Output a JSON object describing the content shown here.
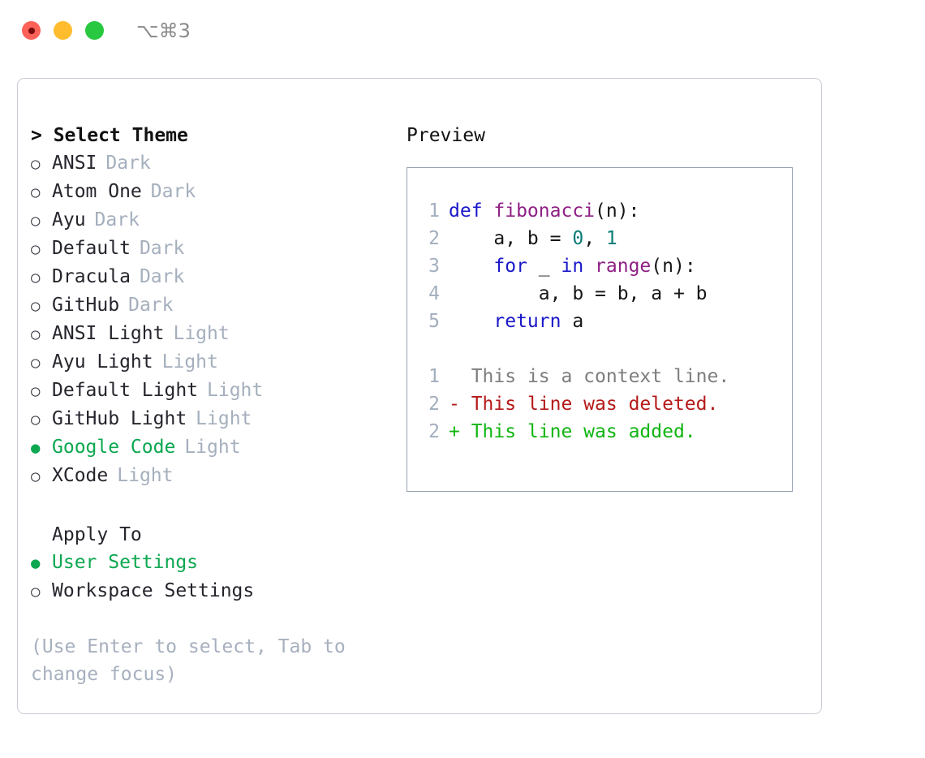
{
  "titlebar": {
    "shortcut": "⌥⌘3",
    "traffic_lights": [
      {
        "name": "close-button",
        "color": "#fd6158"
      },
      {
        "name": "minimize-button",
        "color": "#febc2e"
      },
      {
        "name": "maximize-button",
        "color": "#28c840"
      }
    ]
  },
  "theme_picker": {
    "heading": "> Select Theme",
    "bullet_unselected": "○",
    "bullet_selected": "●",
    "selected_color": "#0ca750",
    "options": [
      {
        "name": "ANSI",
        "kind": "Dark",
        "selected": false
      },
      {
        "name": "Atom One",
        "kind": "Dark",
        "selected": false
      },
      {
        "name": "Ayu",
        "kind": "Dark",
        "selected": false
      },
      {
        "name": "Default",
        "kind": "Dark",
        "selected": false
      },
      {
        "name": "Dracula",
        "kind": "Dark",
        "selected": false
      },
      {
        "name": "GitHub",
        "kind": "Dark",
        "selected": false
      },
      {
        "name": "ANSI Light",
        "kind": "Light",
        "selected": false
      },
      {
        "name": "Ayu Light",
        "kind": "Light",
        "selected": false
      },
      {
        "name": "Default Light",
        "kind": "Light",
        "selected": false
      },
      {
        "name": "GitHub Light",
        "kind": "Light",
        "selected": false
      },
      {
        "name": "Google Code",
        "kind": "Light",
        "selected": true
      },
      {
        "name": "XCode",
        "kind": "Light",
        "selected": false
      }
    ]
  },
  "apply_to": {
    "heading": "Apply To",
    "options": [
      {
        "name": "User Settings",
        "selected": true
      },
      {
        "name": "Workspace Settings",
        "selected": false
      }
    ]
  },
  "hint": "(Use Enter to select, Tab to change focus)",
  "preview": {
    "heading": "Preview",
    "code_lines": [
      {
        "num": "1",
        "tokens": [
          {
            "t": "def ",
            "c": "kw"
          },
          {
            "t": "fibonacci",
            "c": "fn"
          },
          {
            "t": "(n):",
            "c": "plain"
          }
        ]
      },
      {
        "num": "2",
        "tokens": [
          {
            "t": "    a, b = ",
            "c": "plain"
          },
          {
            "t": "0",
            "c": "num"
          },
          {
            "t": ", ",
            "c": "plain"
          },
          {
            "t": "1",
            "c": "num"
          }
        ]
      },
      {
        "num": "3",
        "tokens": [
          {
            "t": "    ",
            "c": "plain"
          },
          {
            "t": "for",
            "c": "kw"
          },
          {
            "t": " _ ",
            "c": "plain"
          },
          {
            "t": "in",
            "c": "kw"
          },
          {
            "t": " ",
            "c": "plain"
          },
          {
            "t": "range",
            "c": "fn"
          },
          {
            "t": "(n):",
            "c": "plain"
          }
        ]
      },
      {
        "num": "4",
        "tokens": [
          {
            "t": "        a, b = b, a + b",
            "c": "plain"
          }
        ]
      },
      {
        "num": "5",
        "tokens": [
          {
            "t": "    ",
            "c": "plain"
          },
          {
            "t": "return",
            "c": "kw"
          },
          {
            "t": " a",
            "c": "plain"
          }
        ]
      }
    ],
    "diff_lines": [
      {
        "num": "1",
        "marker": "  ",
        "text": "This is a context line.",
        "kind": "ctx"
      },
      {
        "num": "2",
        "marker": "- ",
        "text": "This line was deleted.",
        "kind": "del"
      },
      {
        "num": "2",
        "marker": "+ ",
        "text": "This line was added.",
        "kind": "add"
      }
    ],
    "colors": {
      "keyword": "#1a17c9",
      "function": "#8e2085",
      "number": "#0c7b77",
      "plain": "#161616",
      "line_number": "#a3aebe",
      "diff_context": "#7d7d7d",
      "diff_deleted": "#b51919",
      "diff_added": "#10b510"
    }
  }
}
